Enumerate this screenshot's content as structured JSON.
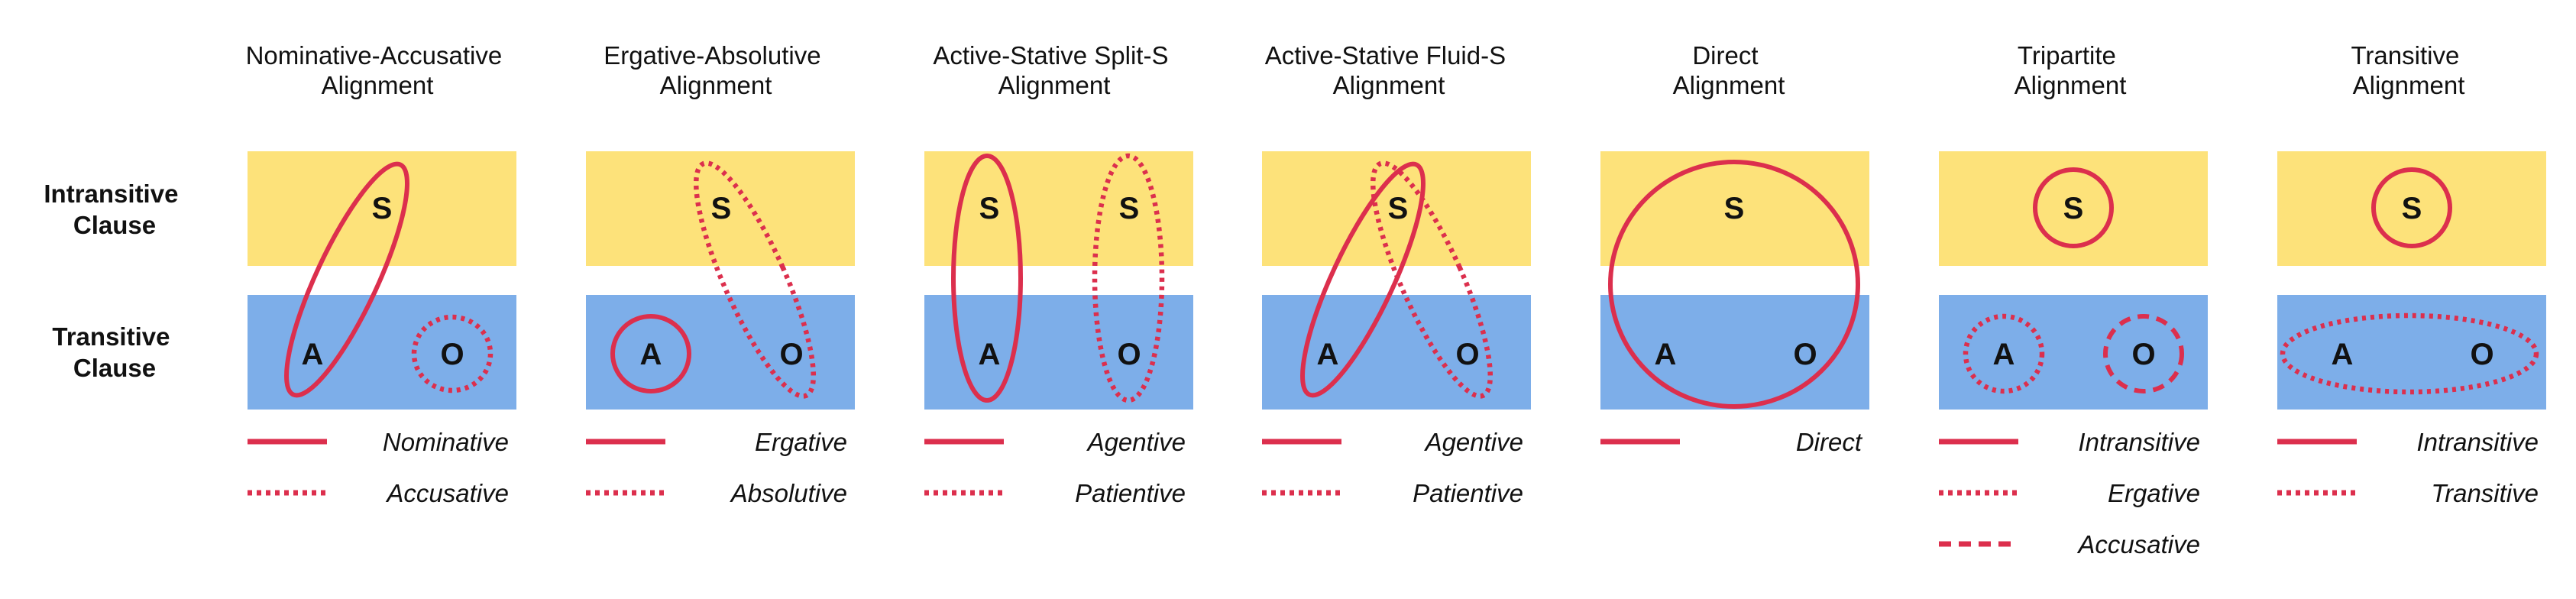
{
  "row_labels": {
    "intransitive": [
      "Intransitive",
      "Clause"
    ],
    "transitive": [
      "Transitive",
      "Clause"
    ]
  },
  "colors": {
    "intransitive_band": "#fde27a",
    "transitive_band": "#7daee9",
    "marker": "#dc2f4d",
    "text": "#111111"
  },
  "panels": [
    {
      "title": [
        "Nominative-Accusative",
        "Alignment"
      ],
      "intransitive_args": [
        "S"
      ],
      "transitive_args": [
        "A",
        "O"
      ],
      "groupings": [
        {
          "members": [
            "S",
            "A"
          ],
          "style": "solid"
        },
        {
          "members": [
            "O"
          ],
          "style": "dotted"
        }
      ],
      "legend": [
        {
          "style": "solid",
          "label": "Nominative"
        },
        {
          "style": "dotted",
          "label": "Accusative"
        }
      ]
    },
    {
      "title": [
        "Ergative-Absolutive",
        "Alignment"
      ],
      "intransitive_args": [
        "S"
      ],
      "transitive_args": [
        "A",
        "O"
      ],
      "groupings": [
        {
          "members": [
            "A"
          ],
          "style": "solid"
        },
        {
          "members": [
            "S",
            "O"
          ],
          "style": "dotted"
        }
      ],
      "legend": [
        {
          "style": "solid",
          "label": "Ergative"
        },
        {
          "style": "dotted",
          "label": "Absolutive"
        }
      ]
    },
    {
      "title": [
        "Active-Stative Split-S",
        "Alignment"
      ],
      "intransitive_args": [
        "S",
        "S"
      ],
      "transitive_args": [
        "A",
        "O"
      ],
      "groupings": [
        {
          "members": [
            "S",
            "A"
          ],
          "style": "solid"
        },
        {
          "members": [
            "S",
            "O"
          ],
          "style": "dotted"
        }
      ],
      "legend": [
        {
          "style": "solid",
          "label": "Agentive"
        },
        {
          "style": "dotted",
          "label": "Patientive"
        }
      ]
    },
    {
      "title": [
        "Active-Stative Fluid-S",
        "Alignment"
      ],
      "intransitive_args": [
        "S"
      ],
      "transitive_args": [
        "A",
        "O"
      ],
      "groupings": [
        {
          "members": [
            "S",
            "A"
          ],
          "style": "solid"
        },
        {
          "members": [
            "S",
            "O"
          ],
          "style": "dotted"
        }
      ],
      "legend": [
        {
          "style": "solid",
          "label": "Agentive"
        },
        {
          "style": "dotted",
          "label": "Patientive"
        }
      ]
    },
    {
      "title": [
        "Direct",
        "Alignment"
      ],
      "intransitive_args": [
        "S"
      ],
      "transitive_args": [
        "A",
        "O"
      ],
      "groupings": [
        {
          "members": [
            "S",
            "A",
            "O"
          ],
          "style": "solid"
        }
      ],
      "legend": [
        {
          "style": "solid",
          "label": "Direct"
        }
      ]
    },
    {
      "title": [
        "Tripartite",
        "Alignment"
      ],
      "intransitive_args": [
        "S"
      ],
      "transitive_args": [
        "A",
        "O"
      ],
      "groupings": [
        {
          "members": [
            "S"
          ],
          "style": "solid"
        },
        {
          "members": [
            "A"
          ],
          "style": "dotted"
        },
        {
          "members": [
            "O"
          ],
          "style": "dashed"
        }
      ],
      "legend": [
        {
          "style": "solid",
          "label": "Intransitive"
        },
        {
          "style": "dotted",
          "label": "Ergative"
        },
        {
          "style": "dashed",
          "label": "Accusative"
        }
      ]
    },
    {
      "title": [
        "Transitive",
        "Alignment"
      ],
      "intransitive_args": [
        "S"
      ],
      "transitive_args": [
        "A",
        "O"
      ],
      "groupings": [
        {
          "members": [
            "S"
          ],
          "style": "solid"
        },
        {
          "members": [
            "A",
            "O"
          ],
          "style": "dotted"
        }
      ],
      "legend": [
        {
          "style": "solid",
          "label": "Intransitive"
        },
        {
          "style": "dotted",
          "label": "Transitive"
        }
      ]
    }
  ]
}
